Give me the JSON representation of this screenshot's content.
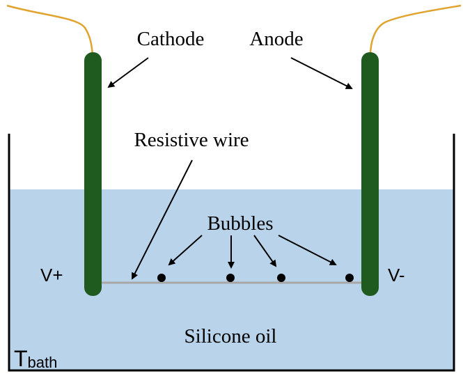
{
  "labels": {
    "cathode": "Cathode",
    "anode": "Anode",
    "resistive_wire": "Resistive wire",
    "bubbles": "Bubbles",
    "v_plus": "V+",
    "v_minus": "V-",
    "silicone_oil": "Silicone oil",
    "t_main": "T",
    "t_sub": "bath"
  },
  "colors": {
    "oil": "#b8d3ea",
    "electrode": "#1f5a1f",
    "lead_wire": "#e0a32e",
    "resistive_wire": "#a7a7a7",
    "bubble": "#000000",
    "container": "#000000"
  }
}
